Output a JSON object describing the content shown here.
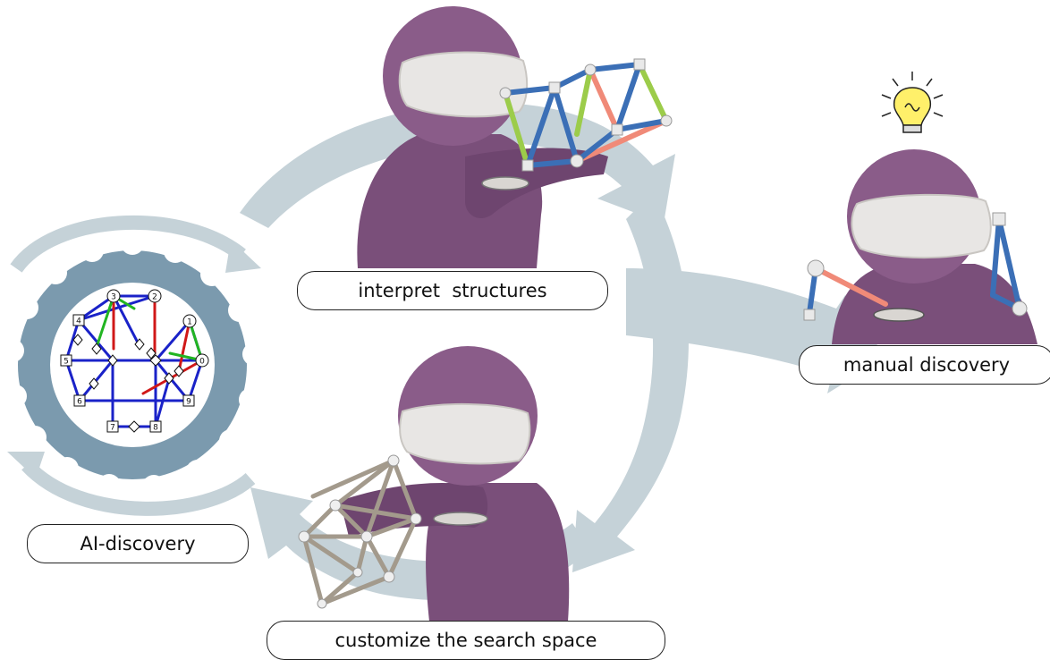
{
  "labels": {
    "ai_discovery": "AI-discovery",
    "interpret": "interpret  structures",
    "manual": "manual discovery",
    "customize": "customize the search space"
  },
  "graph": {
    "circle_nodes": [
      "3",
      "2",
      "1",
      "0"
    ],
    "square_nodes": [
      "4",
      "5",
      "6",
      "7",
      "8",
      "9"
    ]
  },
  "colors": {
    "cycle_arrow": "#c5d2d8",
    "gear": "#7b9aae",
    "avatar": "#7a4f7a",
    "headset": "#e8e6e4",
    "edge_blue": "#1a22c8",
    "edge_red": "#d01818",
    "edge_green": "#22b522",
    "structure_blue": "#3b6fb6",
    "structure_salmon": "#f08a78",
    "structure_green": "#9ccc4a",
    "search_space": "#a39a8c",
    "bulb": "#fff06a"
  },
  "icons": [
    "gear-icon",
    "lightbulb-icon",
    "vr-headset-icon"
  ]
}
